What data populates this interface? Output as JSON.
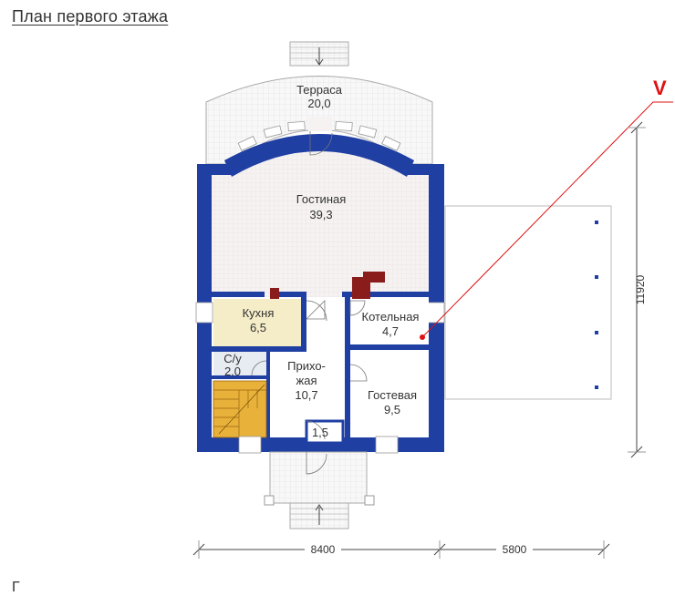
{
  "title": "План первого этажа",
  "rooms": [
    {
      "id": "terrace",
      "name": "Терраса",
      "area": "20,0"
    },
    {
      "id": "living",
      "name": "Гостиная",
      "area": "39,3"
    },
    {
      "id": "kitchen",
      "name": "Кухня",
      "area": "6,5"
    },
    {
      "id": "boiler",
      "name": "Котельная",
      "area": "4,7"
    },
    {
      "id": "bath",
      "name": "С/у",
      "area": "2,0"
    },
    {
      "id": "hall",
      "name": "Прихо-",
      "name2": "жая",
      "area": "10,7"
    },
    {
      "id": "guest",
      "name": "Гостевая",
      "area": "9,5"
    },
    {
      "id": "vestibule",
      "area": "1,5"
    }
  ],
  "dimensions": {
    "width_main": "8400",
    "width_annex": "5800",
    "depth": "11920"
  },
  "corner_mark": "V",
  "bottom_mark": "Г",
  "colors": {
    "wall": "#1f3fa3",
    "floor": "#f4f0f0",
    "kitchen_floor": "#f5ecc8",
    "terrace_tile": "#e3e3e3",
    "stairs": "#e8b13a",
    "chimney": "#8a1c1c",
    "accent_red": "#e01010"
  }
}
